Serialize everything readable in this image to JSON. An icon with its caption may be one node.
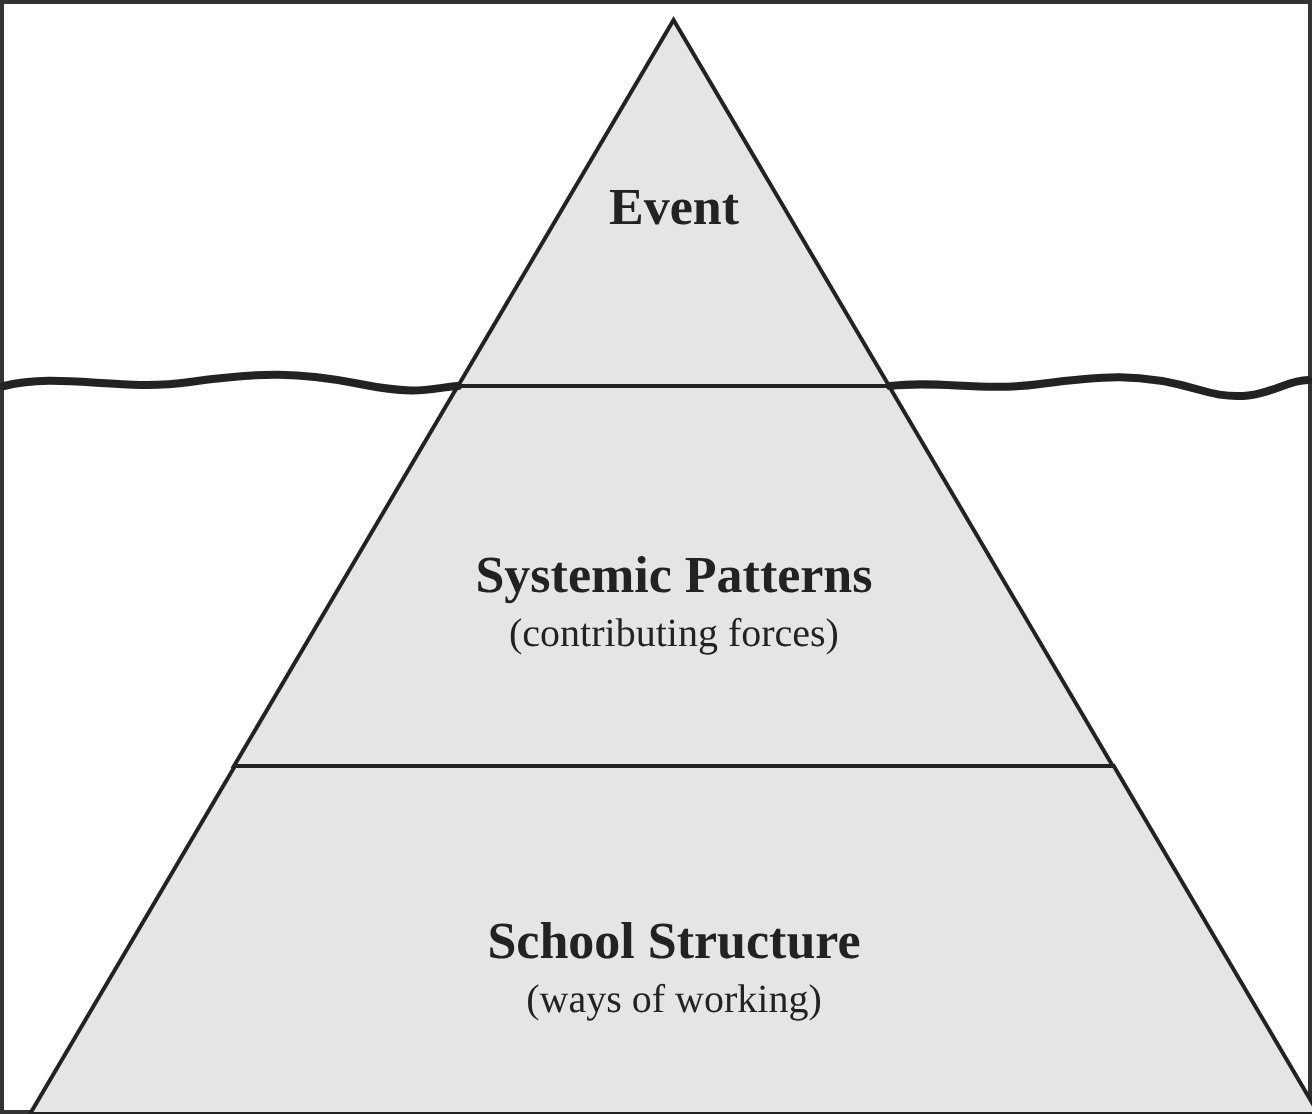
{
  "diagram": {
    "nodes": [
      {
        "text": [
          "Event"
        ]
      },
      {
        "text": [
          "Systemic Patterns",
          "(contributing forces)"
        ]
      },
      {
        "text": [
          "School Structure",
          "(ways of working)"
        ]
      }
    ]
  }
}
